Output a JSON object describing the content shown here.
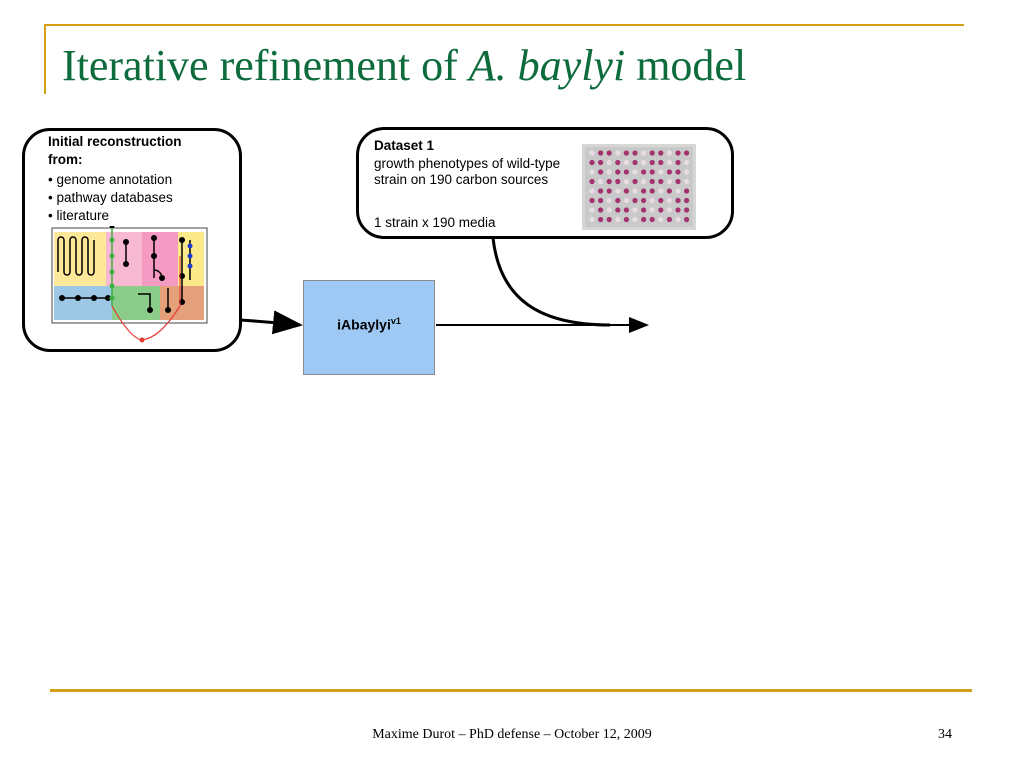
{
  "title": {
    "prefix": "Iterative refinement of ",
    "species_italic": "A. baylyi",
    "suffix": " model"
  },
  "initial_box": {
    "heading": "Initial reconstruction from:",
    "items": [
      "• genome annotation",
      "• pathway databases",
      "• literature"
    ],
    "map_icon": "metabolic-network-map-icon"
  },
  "dataset_box": {
    "heading": "Dataset 1",
    "description": "growth phenotypes of wild-type strain on 190 carbon sources",
    "media": "1 strain x 190 media",
    "plate_icon": "phenotype-microplate-icon"
  },
  "model": {
    "name": "iAbaylyi",
    "version": "v1",
    "color": "#9ec9f5"
  },
  "footer": {
    "text": "Maxime Durot – PhD defense – October 12, 2009",
    "page": "34"
  },
  "colors": {
    "title": "#0d6b3c",
    "rule": "#d4a017"
  }
}
